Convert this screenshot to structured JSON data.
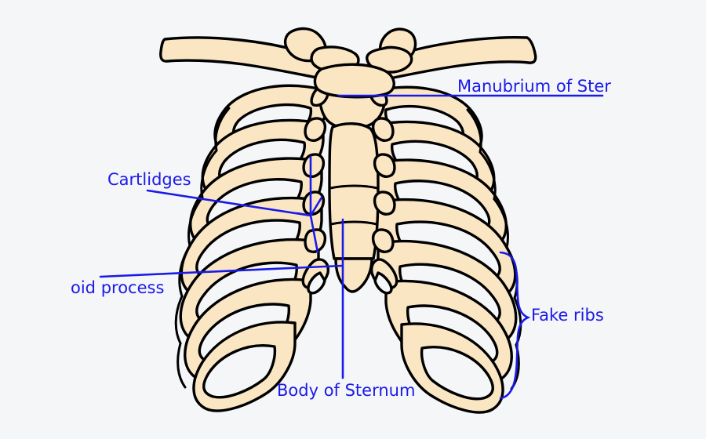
{
  "figure": {
    "subject": "rib-cage-anatomy-diagram",
    "background_color": "#f5f6f7",
    "bone_fill_color": "#fbe6c4",
    "bone_shadow_color": "#f7f8fa",
    "outline_color": "#000000",
    "label_color": "#1a1ae8"
  },
  "labels": {
    "manubrium": "Manubrium of Ster",
    "cartlidges": "Cartlidges",
    "xiphoid": "oid process",
    "body_of_sternum": "Body of Sternum",
    "fake_ribs": "Fake ribs"
  },
  "annotations": {
    "manubrium_leader": "horizontal-line-left-from-text",
    "cartlidges_leader": "line-to-converging-fan",
    "xiphoid_leader": "long-diagonal-line-to-sternum",
    "body_leader": "vertical-line-up-from-text",
    "fake_ribs_brace": "curly-brace-right-side"
  },
  "parts": {
    "clavicle_left": "clavicle-left",
    "clavicle_right": "clavicle-right",
    "manubrium": "manubrium",
    "sternum_body": "sternum-body",
    "xiphoid_process": "xiphoid-process",
    "ribs_left": "ribs-left",
    "ribs_right": "ribs-right",
    "costal_cartilage": "costal-cartilage"
  }
}
